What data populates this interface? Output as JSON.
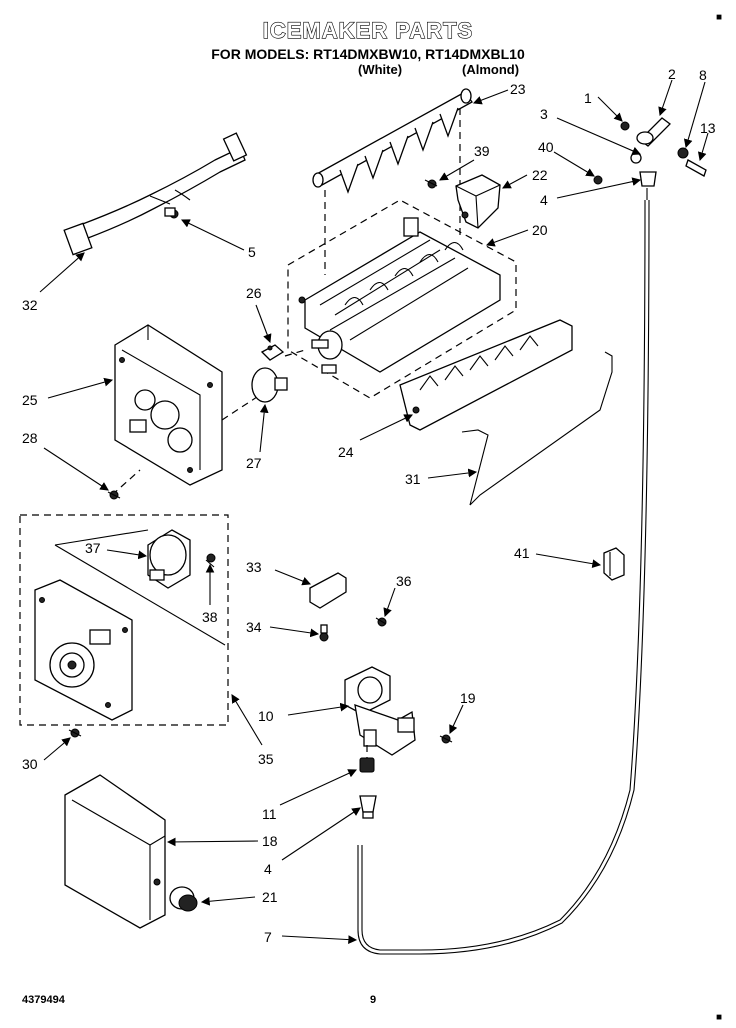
{
  "title": "ICEMAKER PARTS",
  "subtitle": "FOR MODELS: RT14DMXBW10, RT14DMXBL10",
  "color_white": "(White)",
  "color_almond": "(Almond)",
  "doc_number": "4379494",
  "page_number": "9",
  "labels": {
    "p1": "1",
    "p2": "2",
    "p3": "3",
    "p4a": "4",
    "p4b": "4",
    "p5": "5",
    "p7": "7",
    "p8": "8",
    "p10": "10",
    "p11": "11",
    "p13": "13",
    "p18": "18",
    "p19": "19",
    "p20": "20",
    "p21": "21",
    "p22": "22",
    "p23": "23",
    "p24": "24",
    "p25": "25",
    "p26": "26",
    "p27": "27",
    "p28": "28",
    "p30": "30",
    "p31": "31",
    "p32": "32",
    "p33": "33",
    "p34": "34",
    "p35": "35",
    "p36": "36",
    "p37": "37",
    "p38": "38",
    "p39": "39",
    "p40": "40",
    "p41": "41"
  }
}
